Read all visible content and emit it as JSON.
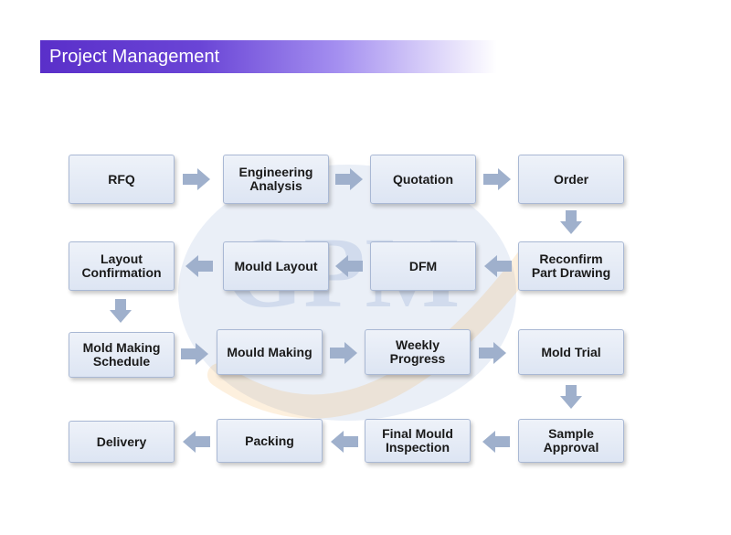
{
  "title": "Project Management",
  "watermark": {
    "text": "GPM"
  },
  "colors": {
    "title_bar": "#5a2fc9",
    "box_fill": "#dde5f3",
    "box_border": "#a9b8d4",
    "arrow": "#9fb0cc",
    "watermark_blue": "#2f5fb0",
    "watermark_orange": "#f0a030"
  },
  "steps": {
    "rfq": "RFQ",
    "engineering_analysis": "Engineering\nAnalysis",
    "quotation": "Quotation",
    "order": "Order",
    "reconfirm_part_drawing": "Reconfirm\nPart Drawing",
    "dfm": "DFM",
    "mould_layout": "Mould Layout",
    "layout_confirmation": "Layout\nConfirmation",
    "mold_making_schedule": "Mold Making\nSchedule",
    "mould_making": "Mould Making",
    "weekly_progress": "Weekly\nProgress",
    "mold_trial": "Mold Trial",
    "sample_approval": "Sample\nApproval",
    "final_mould_inspection": "Final Mould\nInspection",
    "packing": "Packing",
    "delivery": "Delivery"
  },
  "flow": [
    "rfq",
    "engineering_analysis",
    "quotation",
    "order",
    "reconfirm_part_drawing",
    "dfm",
    "mould_layout",
    "layout_confirmation",
    "mold_making_schedule",
    "mould_making",
    "weekly_progress",
    "mold_trial",
    "sample_approval",
    "final_mould_inspection",
    "packing",
    "delivery"
  ]
}
